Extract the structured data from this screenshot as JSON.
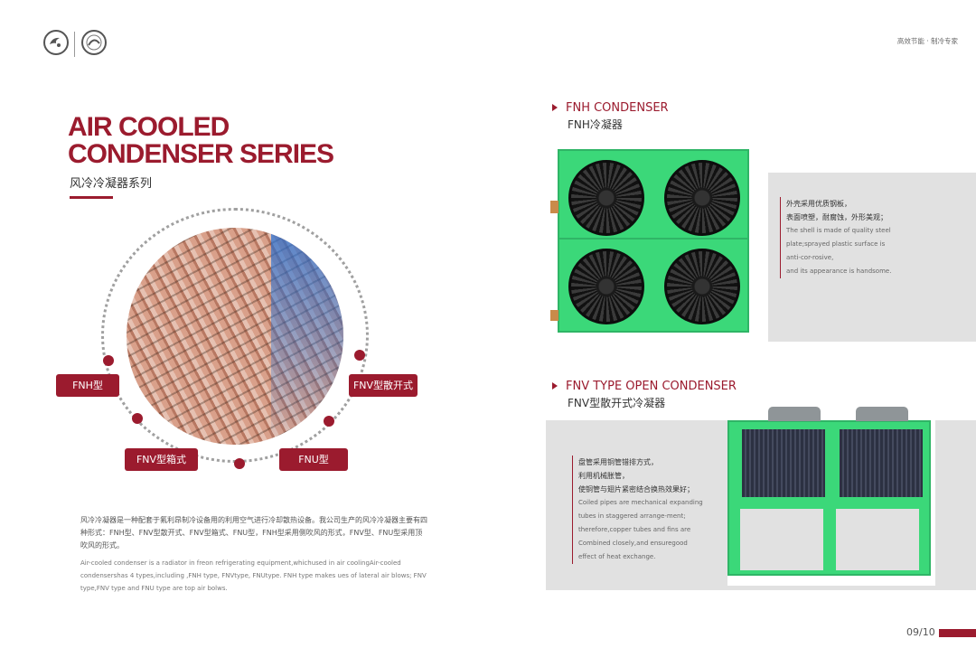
{
  "header": {
    "tagline": "高效节能 · 制冷专家"
  },
  "title": {
    "line1": "AIR COOLED",
    "line2": "CONDENSER SERIES",
    "subtitle": "风冷冷凝器系列"
  },
  "diagram": {
    "labels": [
      "FNH型",
      "FNV型散开式",
      "FNV型箱式",
      "FNU型"
    ]
  },
  "description": {
    "cn": "风冷冷凝器是一种配套于氟利昂制冷设备用的利用空气进行冷却散热设备。我公司生产的风冷冷凝器主要有四种形式：FNH型、FNV型散开式、FNV型箱式、FNU型，FNH型采用侧吹风的形式，FNV型、FNU型采用顶吹风的形式。",
    "en": "Air-cooled condenser is a radiator in freon refrigerating equipment,whichused in air coolingAir-cooled condensershas 4 types,including ,FNH type, FNVtype, FNUtype. FNH type makes ues of lateral air blows; FNV type,FNV type and FNU type are top air bolws."
  },
  "products": [
    {
      "title_en": "FNH CONDENSER",
      "title_cn": "FNH冷凝器",
      "notes_cn": [
        "外壳采用优质钢板，",
        "表面喷塑，耐腐蚀，外形美观；"
      ],
      "notes_en": [
        "The shell is made of quality steel",
        "plate;sprayed plastic surface is",
        "anti-cor-rosive,",
        "and its appearance is handsome."
      ]
    },
    {
      "title_en": "FNV TYPE OPEN CONDENSER",
      "title_cn": "FNV型散开式冷凝器",
      "notes_cn": [
        "盘管采用铜管错排方式，",
        "利用机械胀管，",
        "使铜管与翅片紧密结合换热效果好；"
      ],
      "notes_en": [
        "Coiled pipes are mechanical expanding",
        "tubes in staggered arrange-ment;",
        "therefore,copper tubes and fins are",
        "Combined closely,and ensuregood",
        "effect of heat exchange."
      ]
    }
  ],
  "page": {
    "number": "09/10"
  },
  "colors": {
    "accent": "#9b1b2e",
    "unit_green": "#3bd879",
    "panel_grey": "#e1e1e1"
  }
}
